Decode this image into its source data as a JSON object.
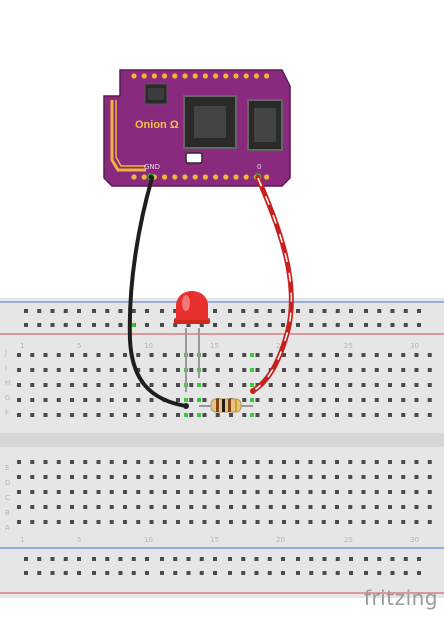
{
  "board": {
    "label": "Onion Ω",
    "pin_left": "GND",
    "pin_right": "0",
    "color": "#8a2a7e",
    "trace_color": "#f0b43a"
  },
  "breadboard": {
    "row_letters_top": [
      "J",
      "I",
      "H",
      "G",
      "F"
    ],
    "row_letters_bottom": [
      "E",
      "D",
      "C",
      "B",
      "A"
    ],
    "column_numbers": [
      "1",
      "5",
      "10",
      "15",
      "20",
      "25",
      "30"
    ]
  },
  "components": {
    "led": {
      "color": "#e8312f",
      "name": "red-led"
    },
    "resistor": {
      "name": "resistor"
    }
  },
  "wires": {
    "ground": {
      "color": "#1e1e1e"
    },
    "signal": {
      "color": "#c8201e"
    }
  },
  "watermark": "fritzing"
}
